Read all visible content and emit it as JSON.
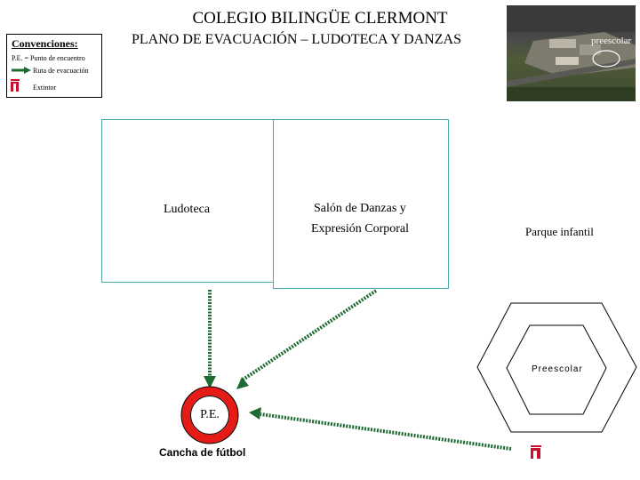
{
  "header": {
    "title": "COLEGIO BILINGÜE CLERMONT",
    "subtitle": "PLANO DE EVACUACIÓN – LUDOTECA Y DANZAS"
  },
  "legend": {
    "heading": "Convenciones:",
    "items": [
      {
        "icon": "text",
        "label": "P.E. = Punto de encuentro"
      },
      {
        "icon": "green-arrow-icon",
        "label": "Ruta de evacuación"
      },
      {
        "icon": "extinguisher-icon",
        "label": "Extintor"
      }
    ]
  },
  "photo": {
    "label": "preescolar"
  },
  "rooms": {
    "ludoteca": "Ludoteca",
    "salon_line1": "Salón de Danzas y",
    "salon_line2": "Expresión Corporal"
  },
  "areas": {
    "parque": "Parque infantil",
    "preescolar": "Preescolar"
  },
  "meeting_point": {
    "label": "P.E.",
    "caption": "Cancha de fútbol"
  },
  "colors": {
    "route": "#1e6b32",
    "meeting_ring": "#e41b17",
    "room_border": "#4aa9a6",
    "extinguisher": "#c8102e"
  }
}
